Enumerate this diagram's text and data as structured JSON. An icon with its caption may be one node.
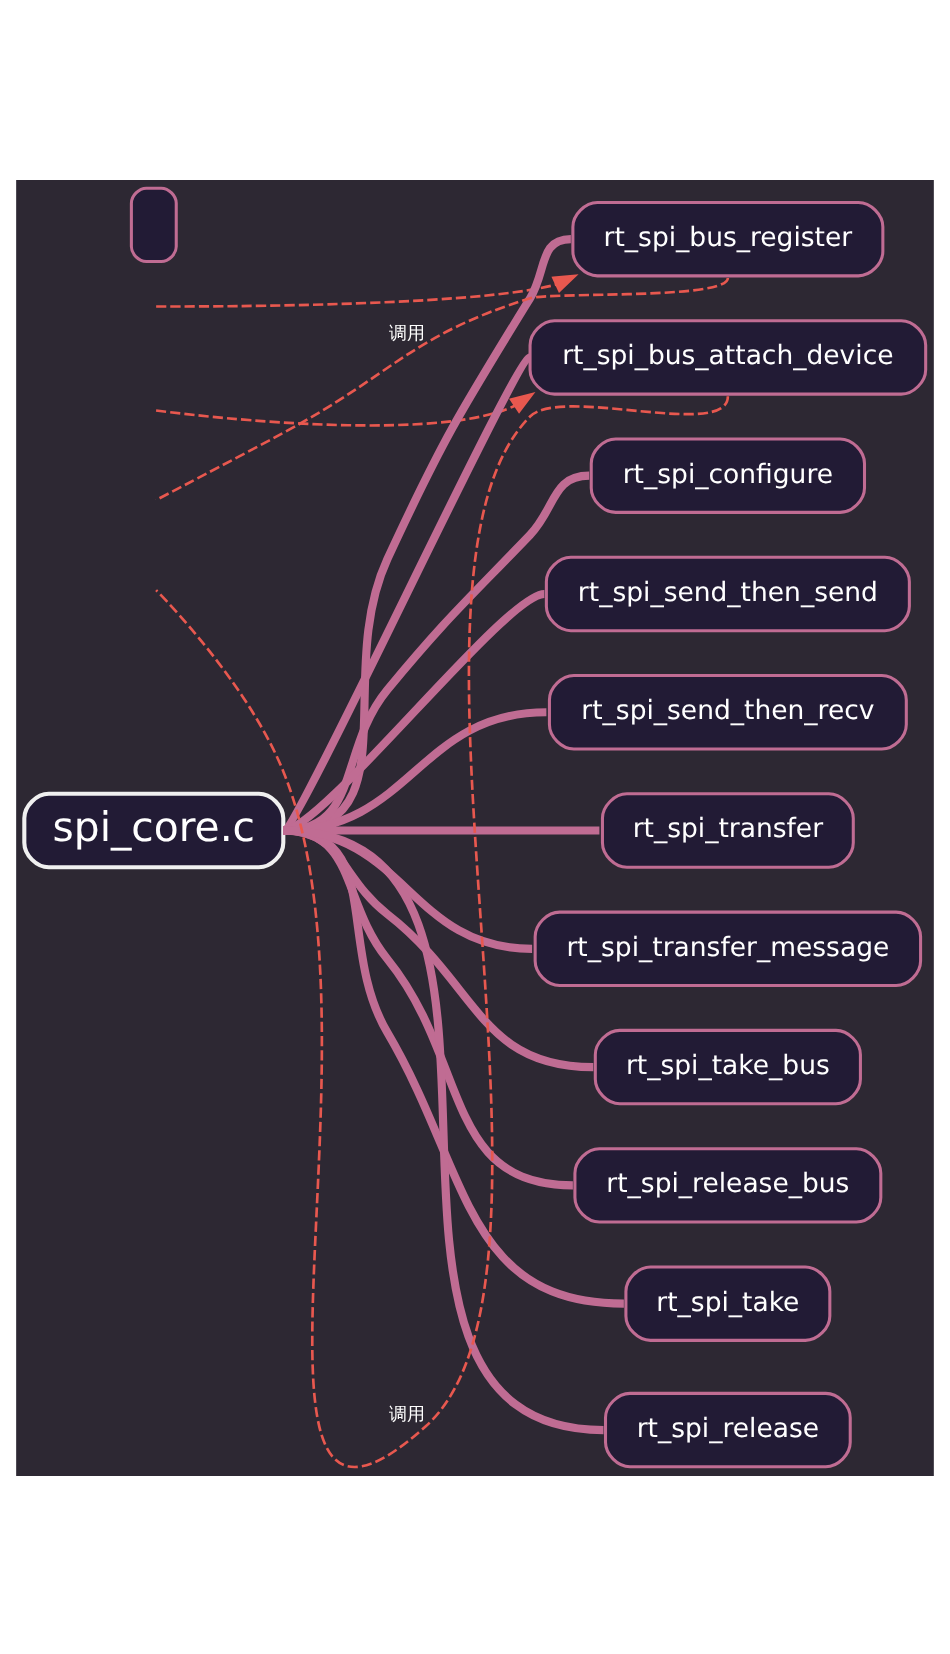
{
  "diagram": {
    "nodes": [
      {
        "text": [
          "spi_core.c"
        ]
      },
      {
        "text": [
          "rt_spi_bus_register"
        ]
      },
      {
        "text": [
          "rt_spi_bus_attach_device"
        ]
      },
      {
        "text": [
          "rt_spi_configure"
        ]
      },
      {
        "text": [
          "rt_spi_send_then_send"
        ]
      },
      {
        "text": [
          "rt_spi_send_then_recv"
        ]
      },
      {
        "text": [
          "rt_spi_transfer"
        ]
      },
      {
        "text": [
          "rt_spi_transfer_message"
        ]
      },
      {
        "text": [
          "rt_spi_take_bus"
        ]
      },
      {
        "text": [
          "rt_spi_release_bus"
        ]
      },
      {
        "text": [
          "rt_spi_take"
        ]
      },
      {
        "text": [
          "rt_spi_release"
        ]
      },
      {
        "text": [],
        "shape": "box"
      }
    ],
    "edges": [
      {
        "from": 0,
        "to": 1,
        "arrow": "none"
      },
      {
        "from": 0,
        "to": 2,
        "arrow": "none"
      },
      {
        "from": 0,
        "to": 3,
        "arrow": "none"
      },
      {
        "from": 0,
        "to": 4,
        "arrow": "none"
      },
      {
        "from": 0,
        "to": 5,
        "arrow": "none"
      },
      {
        "from": 0,
        "to": 6,
        "arrow": "none"
      },
      {
        "from": 0,
        "to": 7,
        "arrow": "none"
      },
      {
        "from": 0,
        "to": 8,
        "arrow": "none"
      },
      {
        "from": 0,
        "to": 9,
        "arrow": "none"
      },
      {
        "from": 0,
        "to": 10,
        "arrow": "none"
      },
      {
        "from": 0,
        "to": 11,
        "arrow": "none"
      },
      {
        "from": 1,
        "to": null,
        "arrow": "none",
        "style": "dashed",
        "color": "#e8584f",
        "label": "调用"
      },
      {
        "from": 2,
        "to": null,
        "arrow": "none",
        "style": "dashed",
        "color": "#e8584f",
        "label": "调用"
      },
      {
        "from": null,
        "to": 1,
        "arrow": "to",
        "style": "dashed",
        "color": "#e8584f"
      },
      {
        "from": null,
        "to": 2,
        "arrow": "to",
        "style": "dashed",
        "color": "#e8584f"
      }
    ]
  }
}
